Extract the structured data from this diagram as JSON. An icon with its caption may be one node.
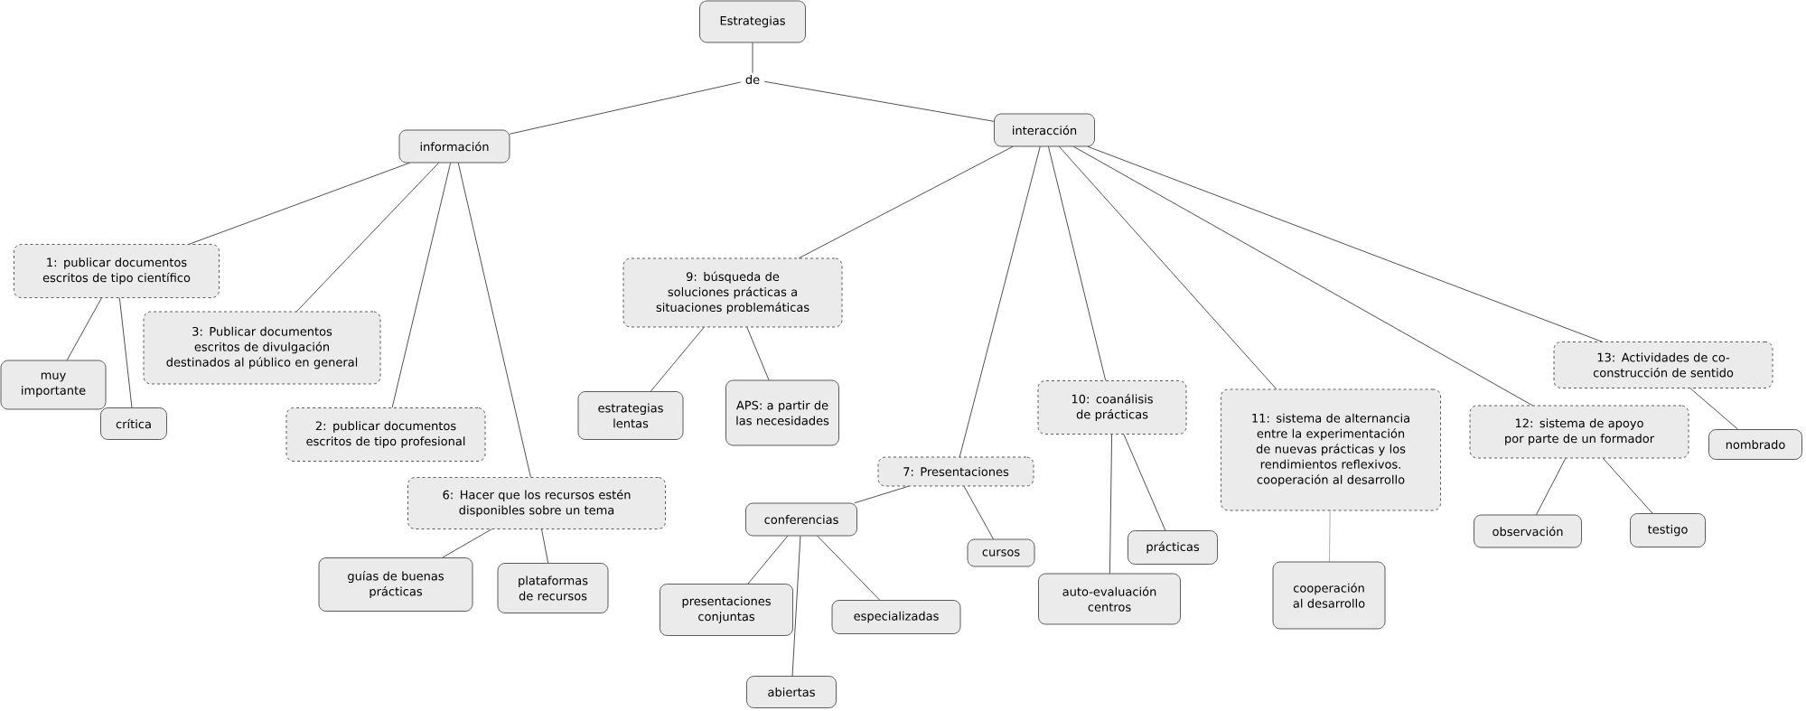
{
  "diagram": {
    "nodes": [
      {
        "text": [
          "Estrategias"
        ]
      },
      {
        "text": [
          "de"
        ]
      },
      {
        "text": [
          "información"
        ]
      },
      {
        "text": [
          "interacción"
        ]
      },
      {
        "text": [
          "1: publicar documentos escritos de tipo científico"
        ]
      },
      {
        "text": [
          "muy importante"
        ]
      },
      {
        "text": [
          "crítica"
        ]
      },
      {
        "text": [
          "3: Publicar documentos escritos de divulgación destinados al público en general"
        ]
      },
      {
        "text": [
          "2: publicar documentos escritos de tipo profesional"
        ]
      },
      {
        "text": [
          "6: Hacer que los recursos estén disponibles sobre un tema"
        ]
      },
      {
        "text": [
          "guías de buenas prácticas"
        ]
      },
      {
        "text": [
          "plataformas de recursos"
        ]
      },
      {
        "text": [
          "9: búsqueda de soluciones prácticas a situaciones problemáticas"
        ]
      },
      {
        "text": [
          "estrategias lentas"
        ]
      },
      {
        "text": [
          "APS: a partir de las necesidades"
        ]
      },
      {
        "text": [
          "7: Presentaciones"
        ]
      },
      {
        "text": [
          "conferencias"
        ]
      },
      {
        "text": [
          "cursos"
        ]
      },
      {
        "text": [
          "presentaciones conjuntas"
        ]
      },
      {
        "text": [
          "especializadas"
        ]
      },
      {
        "text": [
          "abiertas"
        ]
      },
      {
        "text": [
          "10: coanálisis de prácticas"
        ]
      },
      {
        "text": [
          "prácticas"
        ]
      },
      {
        "text": [
          "auto-evaluación centros"
        ]
      },
      {
        "text": [
          "11: sistema de alternancia entre la experimentación de nuevas prácticas y los rendimientos reflexivos. cooperación al desarrollo"
        ]
      },
      {
        "text": [
          "cooperación al desarrollo"
        ]
      },
      {
        "text": [
          "12: sistema de apoyo por parte de un formador"
        ]
      },
      {
        "text": [
          "observación"
        ]
      },
      {
        "text": [
          "testigo"
        ]
      },
      {
        "text": [
          "13: Actividades de co-construcción de sentido"
        ]
      },
      {
        "text": [
          "nombrado"
        ]
      }
    ],
    "edges": [
      {
        "from": 0,
        "to": 1,
        "arrow": "none"
      },
      {
        "from": 1,
        "to": 2,
        "arrow": "none"
      },
      {
        "from": 1,
        "to": 3,
        "arrow": "none"
      },
      {
        "from": 2,
        "to": 4,
        "arrow": "none"
      },
      {
        "from": 2,
        "to": 7,
        "arrow": "none"
      },
      {
        "from": 2,
        "to": 8,
        "arrow": "none"
      },
      {
        "from": 2,
        "to": 9,
        "arrow": "none"
      },
      {
        "from": 4,
        "to": 5,
        "arrow": "none"
      },
      {
        "from": 4,
        "to": 6,
        "arrow": "none"
      },
      {
        "from": 9,
        "to": 10,
        "arrow": "none"
      },
      {
        "from": 9,
        "to": 11,
        "arrow": "none"
      },
      {
        "from": 3,
        "to": 12,
        "arrow": "none"
      },
      {
        "from": 3,
        "to": 15,
        "arrow": "none"
      },
      {
        "from": 3,
        "to": 21,
        "arrow": "none"
      },
      {
        "from": 3,
        "to": 24,
        "arrow": "none"
      },
      {
        "from": 3,
        "to": 26,
        "arrow": "none"
      },
      {
        "from": 3,
        "to": 29,
        "arrow": "none"
      },
      {
        "from": 12,
        "to": 13,
        "arrow": "none"
      },
      {
        "from": 12,
        "to": 14,
        "arrow": "none"
      },
      {
        "from": 15,
        "to": 16,
        "arrow": "none"
      },
      {
        "from": 15,
        "to": 17,
        "arrow": "none"
      },
      {
        "from": 16,
        "to": 18,
        "arrow": "none"
      },
      {
        "from": 16,
        "to": 20,
        "arrow": "none"
      },
      {
        "from": 16,
        "to": 19,
        "arrow": "none"
      },
      {
        "from": 21,
        "to": 22,
        "arrow": "none"
      },
      {
        "from": 21,
        "to": 23,
        "arrow": "none"
      },
      {
        "from": 24,
        "to": 25,
        "arrow": "none",
        "color": "#999999"
      },
      {
        "from": 26,
        "to": 27,
        "arrow": "none"
      },
      {
        "from": 26,
        "to": 28,
        "arrow": "none"
      },
      {
        "from": 29,
        "to": 30,
        "arrow": "none"
      }
    ]
  }
}
